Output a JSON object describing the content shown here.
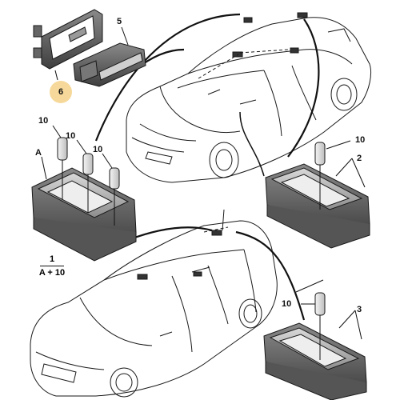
{
  "labels": {
    "part_5": "5",
    "part_6": "6",
    "part_10_a": "10",
    "part_10_b": "10",
    "part_10_c": "10",
    "part_10_d": "10",
    "part_10_e": "10",
    "part_a": "A",
    "part_2": "2",
    "part_3": "3"
  },
  "legend": {
    "top": "1",
    "bottom": "A + 10"
  },
  "colors": {
    "line": "#1a1a1a",
    "callout_fill": "#f6d99a",
    "part_dark": "#555555",
    "part_mid": "#9a9a9a",
    "bulb": "#d8d8d8",
    "background": "#ffffff"
  }
}
